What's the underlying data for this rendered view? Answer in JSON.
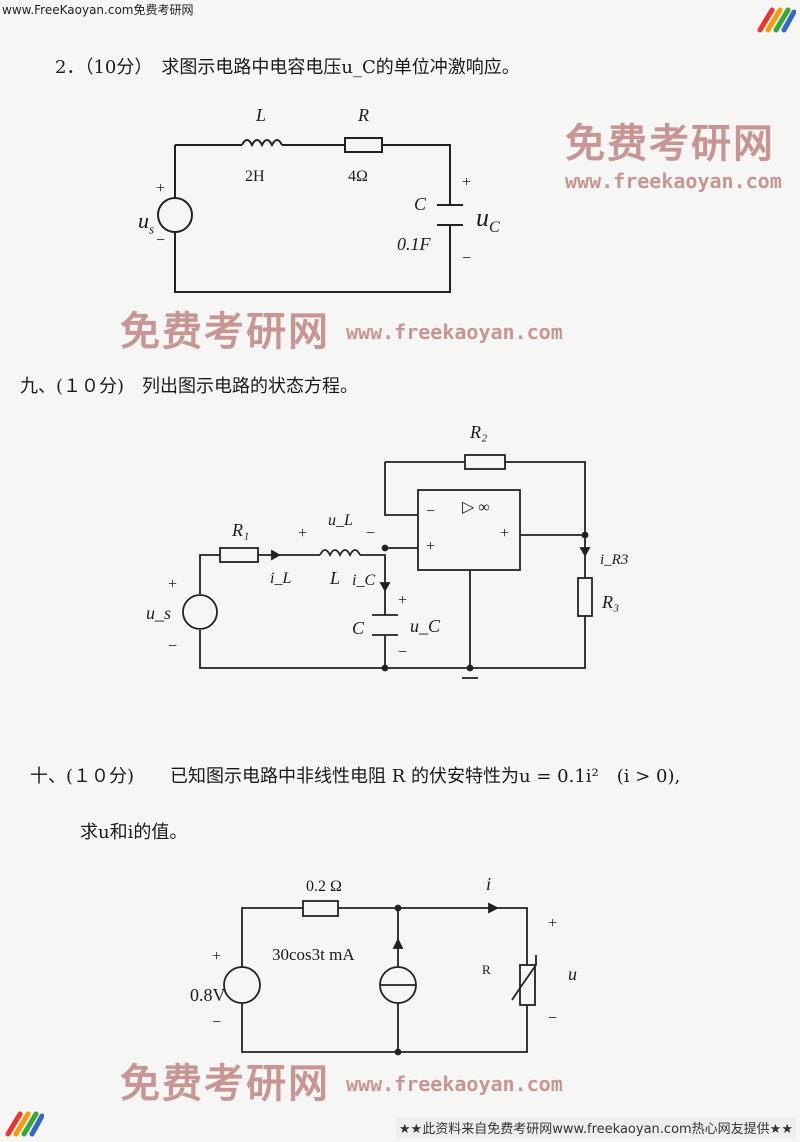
{
  "header": {
    "site": "www.FreeKaoyan.com免费考研网"
  },
  "q2": {
    "title": "2．（10分）　求图示电路中电容电压u_C的单位冲激响应。",
    "labels": {
      "L": "L",
      "L_val": "2H",
      "R": "R",
      "R_val": "4Ω",
      "us": "u",
      "us_sub": "s",
      "C": "C",
      "C_val": "0.1F",
      "uc": "u",
      "uc_sub": "C",
      "plus": "+",
      "minus": "−"
    }
  },
  "q9": {
    "title": "九、(１０分)　列出图示电路的状态方程。",
    "labels": {
      "R1": "R₁",
      "R2": "R₂",
      "R3": "R₃",
      "uL": "u_L",
      "L": "L",
      "iL": "i_L",
      "iC": "i_C",
      "iR3": "i_R3",
      "C": "C",
      "uc": "u_C",
      "us": "u_s",
      "opamp": "▷ ∞",
      "plus": "+",
      "minus": "−"
    }
  },
  "q10": {
    "title": "十、(１０分)　　已知图示电路中非线性电阻 R 的伏安特性为u = 0.1i²　(i > 0),",
    "title2": "求u和i的值。",
    "labels": {
      "r": "0.2 Ω",
      "i": "i",
      "cs": "30cos3t mA",
      "R": "R",
      "u": "u",
      "vs": "0.8V",
      "plus": "+",
      "minus": "−"
    }
  },
  "watermark": {
    "text": "免费考研网",
    "url": "www.freekaoyan.com"
  },
  "footer": {
    "text": "★★此资料来自免费考研网www.freekaoyan.com热心网友提供★★"
  }
}
